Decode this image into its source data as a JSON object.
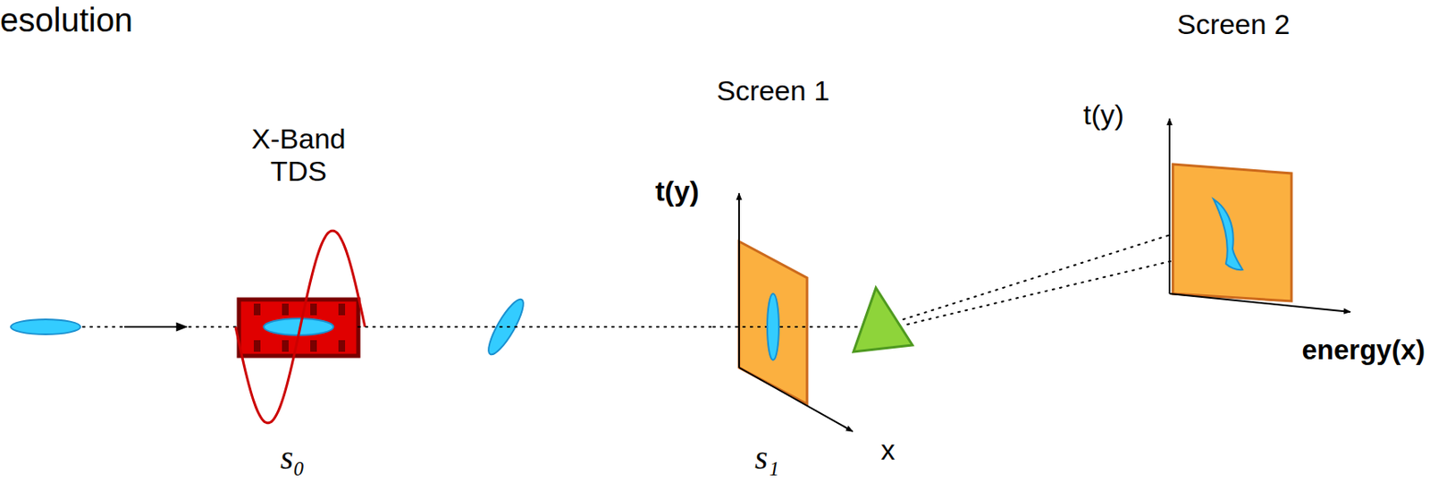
{
  "diagram": {
    "nodes": [
      {
        "text": [
          "X-Band TDS"
        ]
      },
      {
        "text": [
          "Screen 1"
        ]
      },
      {
        "text": [
          "Screen 2"
        ]
      }
    ],
    "edges": [
      {
        "from": 0,
        "to": 1,
        "arrow": "none"
      }
    ],
    "labels": [
      "esolution",
      "t(y)",
      "x",
      "s₀",
      "s₁",
      "t(y)",
      "energy(x)"
    ]
  }
}
